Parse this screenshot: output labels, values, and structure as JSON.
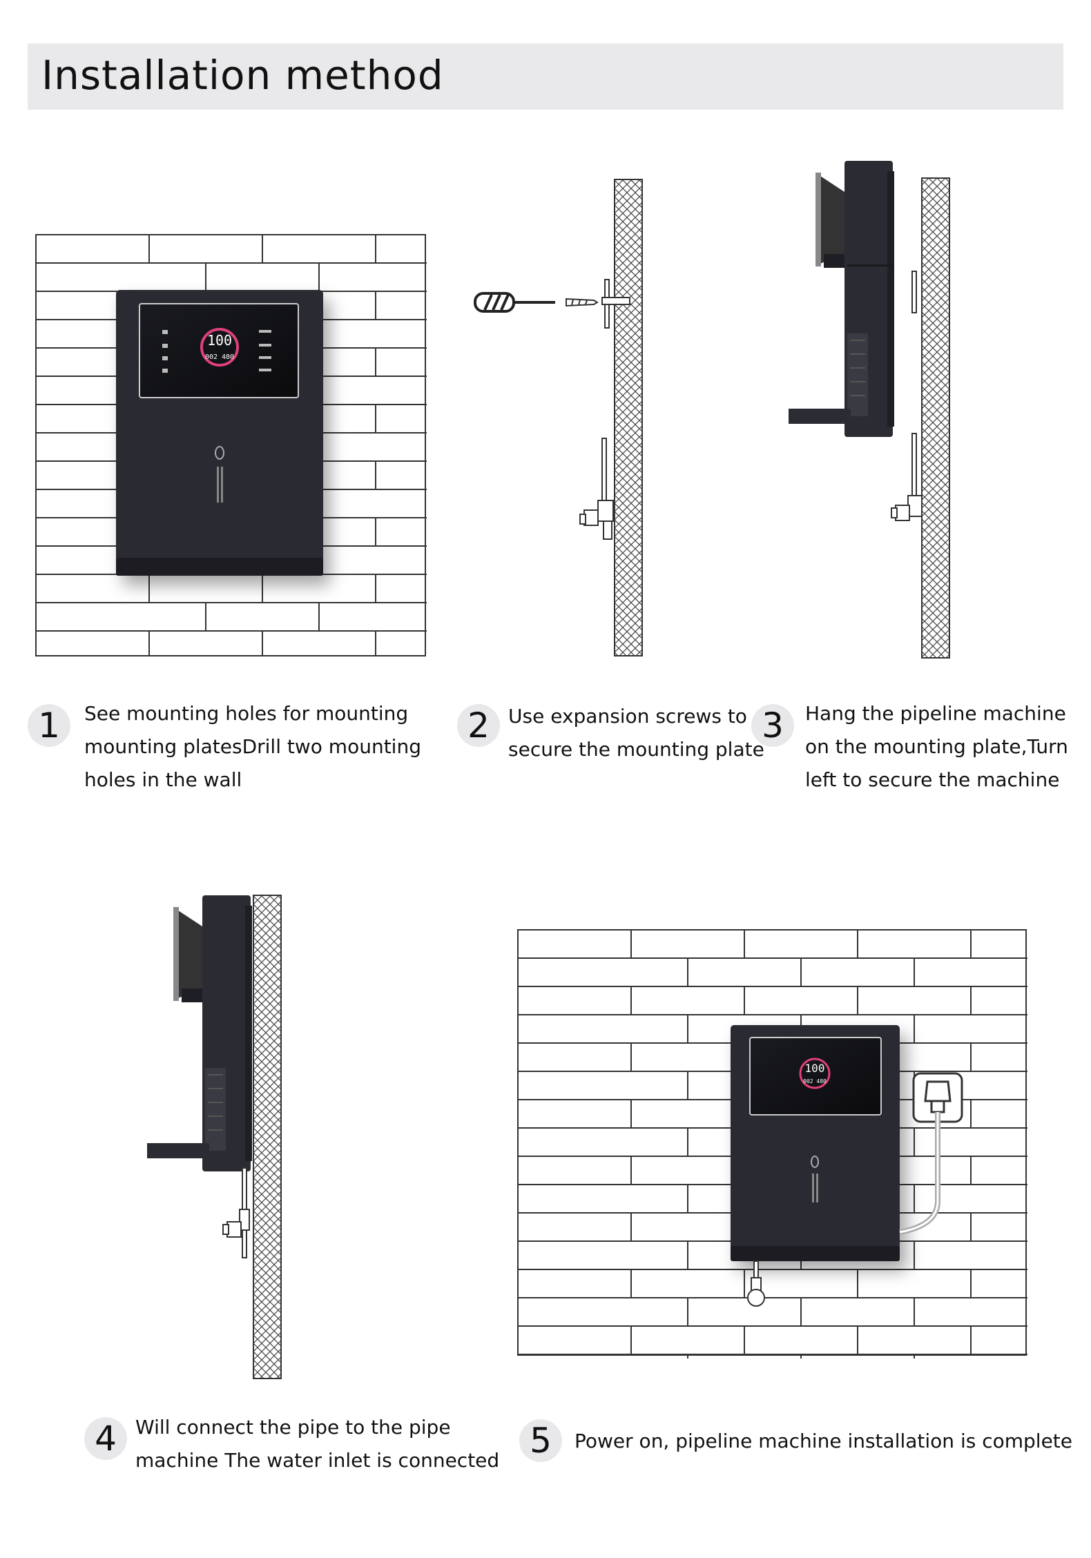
{
  "page_title": "Installation method",
  "steps": [
    {
      "num": "1",
      "lines": [
        "See mounting holes for mounting",
        "mounting platesDrill two mounting",
        "holes in the wall"
      ]
    },
    {
      "num": "2",
      "lines": [
        "Use expansion screws to",
        "secure the mounting plate"
      ]
    },
    {
      "num": "3",
      "lines": [
        "Hang the pipeline machine",
        "on the mounting plate,Turn",
        "left to secure the machine"
      ]
    },
    {
      "num": "4",
      "lines": [
        "Will connect the pipe to the pipe",
        "machine The water inlet is connected"
      ]
    },
    {
      "num": "5",
      "lines": [
        "Power on, pipeline machine installation is complete"
      ]
    }
  ],
  "screen": {
    "temp": "100",
    "flow": "002 480"
  },
  "colors": {
    "machine": "#2b2c33",
    "title_bar": "#e9e9eb",
    "brick_line": "#333333"
  }
}
